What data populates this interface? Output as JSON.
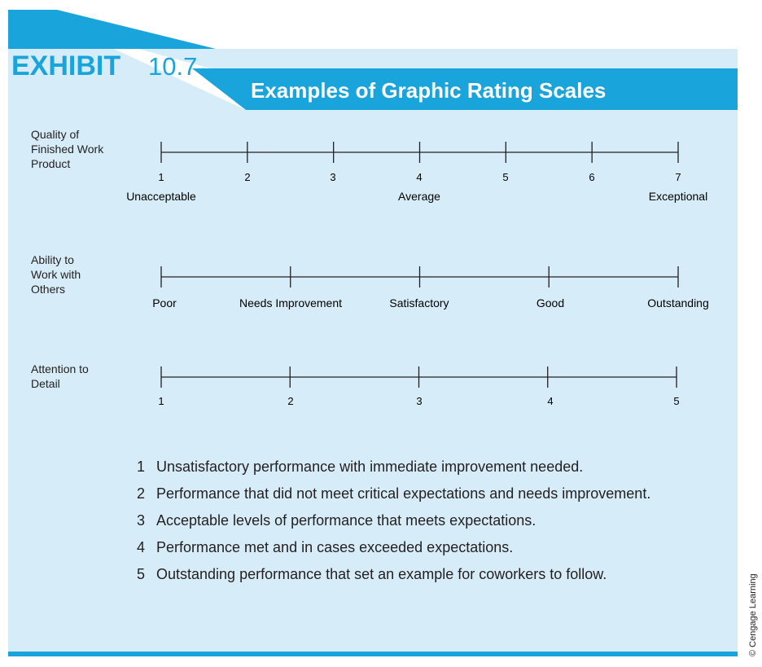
{
  "header": {
    "exhibit_label": "EXHIBIT",
    "exhibit_number": "10.7",
    "title": "Examples of Graphic Rating Scales"
  },
  "scales": [
    {
      "label": "Quality of\nFinished Work\nProduct",
      "numbers": [
        "1",
        "2",
        "3",
        "4",
        "5",
        "6",
        "7"
      ],
      "anchors": [
        "Unacceptable",
        "Average",
        "Exceptional"
      ]
    },
    {
      "label": "Ability to\nWork with\nOthers",
      "anchors": [
        "Poor",
        "Needs Improvement",
        "Satisfactory",
        "Good",
        "Outstanding"
      ]
    },
    {
      "label": "Attention to\nDetail",
      "numbers": [
        "1",
        "2",
        "3",
        "4",
        "5"
      ]
    }
  ],
  "definitions": [
    {
      "num": "1",
      "text": "Unsatisfactory performance with immediate improvement needed."
    },
    {
      "num": "2",
      "text": "Performance that did not meet critical expectations and needs improvement."
    },
    {
      "num": "3",
      "text": "Acceptable levels of performance that meets expectations."
    },
    {
      "num": "4",
      "text": "Performance met and in cases exceeded expectations."
    },
    {
      "num": "5",
      "text": "Outstanding performance that set an example for coworkers to follow."
    }
  ],
  "copyright": "© Cengage Learning",
  "colors": {
    "accent": "#1aa4dc",
    "panel": "#d6ecf8",
    "text": "#231f20"
  }
}
